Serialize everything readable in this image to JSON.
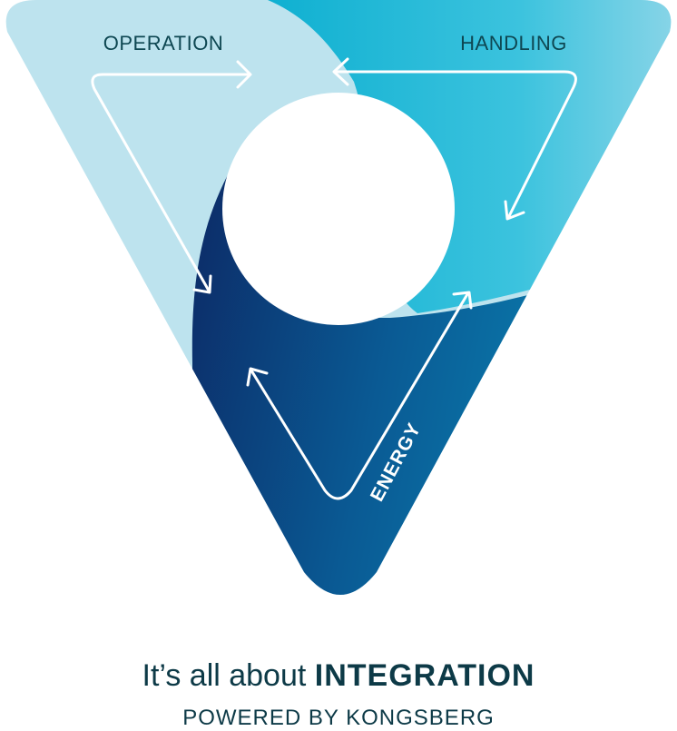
{
  "diagram": {
    "segments": [
      {
        "id": "operation",
        "label": "OPERATION"
      },
      {
        "id": "handling",
        "label": "HANDLING"
      },
      {
        "id": "energy",
        "label": "ENERGY"
      }
    ]
  },
  "tagline": {
    "prefix": "It’s all about ",
    "emphasis": "INTEGRATION"
  },
  "footer": {
    "powered_by": "POWERED BY KONGSBERG"
  },
  "colors": {
    "operation_light": "#bde3ee",
    "handling_light": "#7fd0e3",
    "handling_bright": "#1ab5d4",
    "energy_dark": "#0c2f6b",
    "energy_mid": "#0a72a4",
    "text_dark": "#0d3a47",
    "label_dark": "#0e4752",
    "arrow": "#ffffff"
  }
}
